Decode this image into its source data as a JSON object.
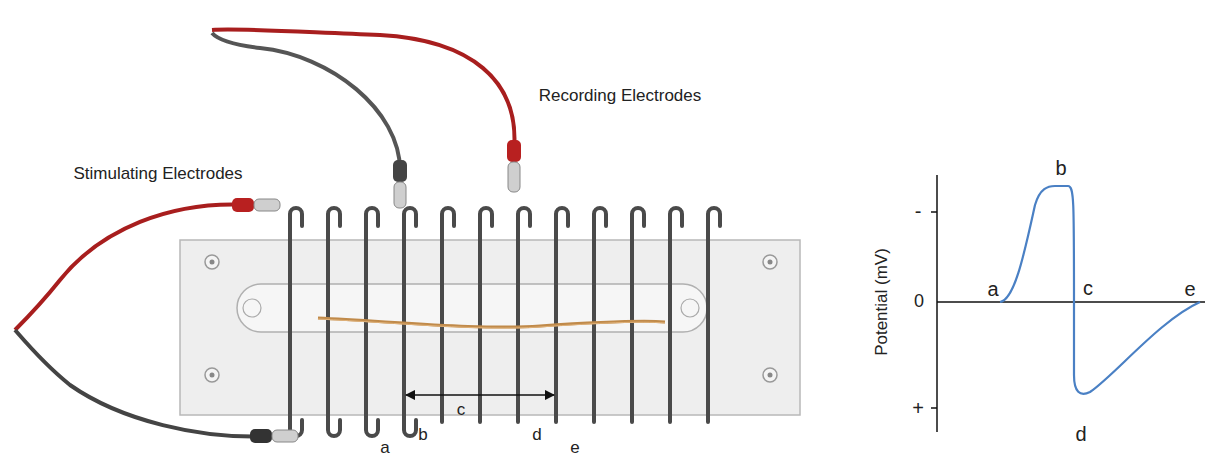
{
  "diagram": {
    "labels": [
      "Recording Electrodes",
      "Stimulating Electrodes",
      "a",
      "b",
      "c",
      "d",
      "e",
      "-",
      "0",
      "+",
      "Potential (mV)",
      "b",
      "a",
      "c",
      "e",
      "d"
    ]
  }
}
